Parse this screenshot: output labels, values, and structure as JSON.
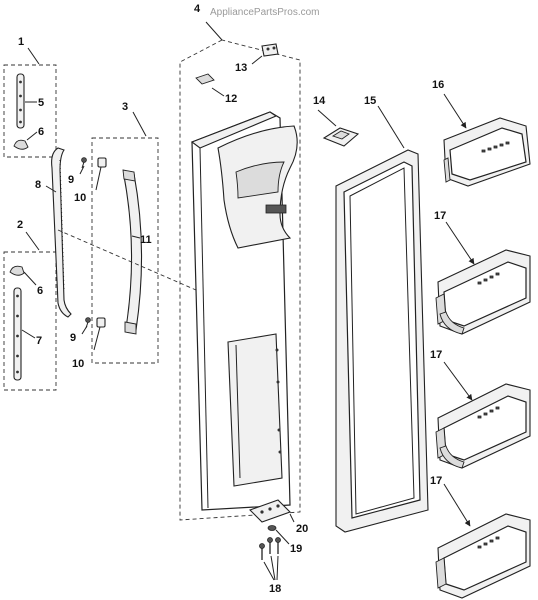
{
  "watermark": "AppliancePartsPros.com",
  "callouts": {
    "c1": "1",
    "c2": "2",
    "c3": "3",
    "c4": "4",
    "c5": "5",
    "c6a": "6",
    "c6b": "6",
    "c7": "7",
    "c8": "8",
    "c9a": "9",
    "c9b": "9",
    "c10a": "10",
    "c10b": "10",
    "c11": "11",
    "c12": "12",
    "c13": "13",
    "c14": "14",
    "c15": "15",
    "c16": "16",
    "c17a": "17",
    "c17b": "17",
    "c17c": "17",
    "c18": "18",
    "c19": "19",
    "c20": "20"
  }
}
